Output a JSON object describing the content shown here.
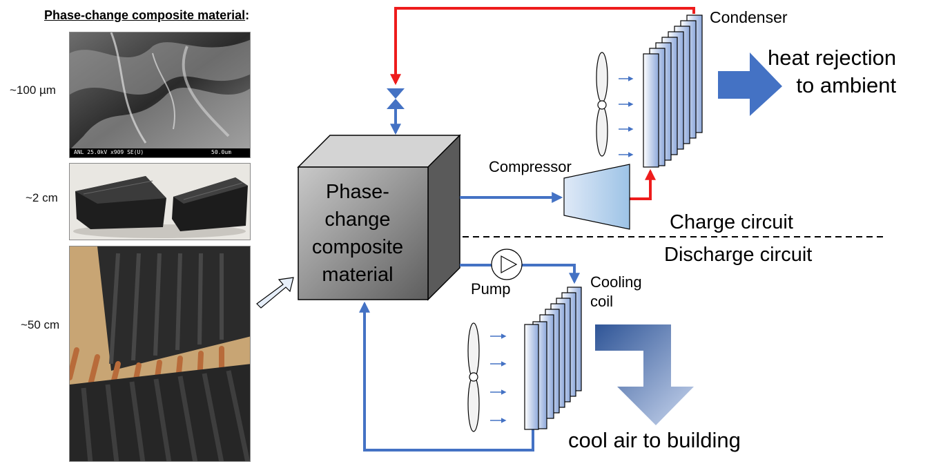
{
  "left_panel": {
    "title": "Phase-change composite material",
    "title_suffix": ":",
    "scales": [
      "~100 µm",
      "~2 cm",
      "~50 cm"
    ],
    "sem_caption_left": "ANL 25.0kV x909 SE(U)",
    "sem_caption_right": "50.0um"
  },
  "diagram": {
    "pcm_box": [
      "Phase-",
      "change",
      "composite",
      "material"
    ],
    "compressor": "Compressor",
    "condenser": "Condenser",
    "pump": "Pump",
    "cooling_coil": [
      "Cooling",
      "coil"
    ],
    "heat_rejection": [
      "heat rejection",
      "to ambient"
    ],
    "cool_air": "cool air to building",
    "charge_circuit": "Charge circuit",
    "discharge_circuit": "Discharge circuit"
  },
  "colors": {
    "hot_line": "#ee1c1c",
    "cold_line": "#4472c4",
    "arrow_blue": "#4472c4"
  }
}
